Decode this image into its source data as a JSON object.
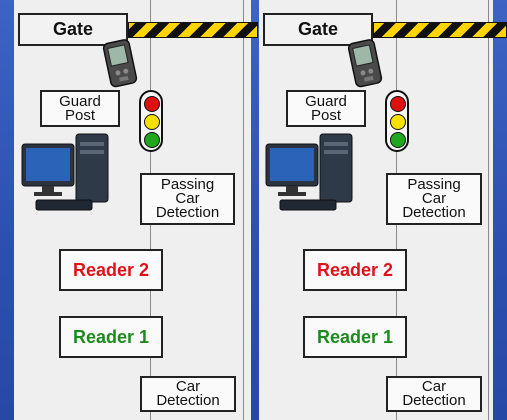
{
  "diagram": {
    "lanes": [
      {
        "gate": "Gate",
        "guard_post": "Guard\nPost",
        "passing_detection": "Passing\nCar\nDetection",
        "reader2": "Reader 2",
        "reader1": "Reader 1",
        "car_detection": "Car\nDetection"
      },
      {
        "gate": "Gate",
        "guard_post": "Guard\nPost",
        "passing_detection": "Passing\nCar\nDetection",
        "reader2": "Reader 2",
        "reader1": "Reader 1",
        "car_detection": "Car\nDetection"
      }
    ],
    "colors": {
      "background": "#2c4faf",
      "panel": "#efefef",
      "reader2_text": "#e0121b",
      "reader1_text": "#1e8a1e",
      "barrier_yellow": "#ffd400",
      "barrier_black": "#111111"
    },
    "icons": [
      "handheld-device-icon",
      "traffic-light-icon",
      "computer-icon",
      "barrier-arm-icon"
    ]
  }
}
